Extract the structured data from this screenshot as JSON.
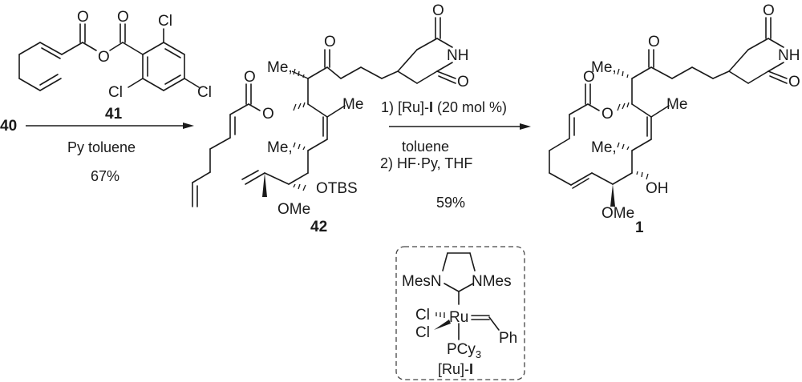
{
  "scheme": {
    "step1": {
      "start_compound": "40",
      "reagent_compound": "41",
      "conditions": "Py toluene",
      "yield": "67%"
    },
    "reagent41": {
      "atoms": {
        "O_carbonyl1": "O",
        "O_carbonyl2": "O",
        "O_ester": "O",
        "Cl_top": "Cl",
        "Cl_left": "Cl",
        "Cl_right": "Cl"
      },
      "label": "41"
    },
    "intermediate42": {
      "label": "42",
      "atoms": {
        "O_ketone": "O",
        "O_imide_top": "O",
        "NH": "NH",
        "O_imide_right": "O",
        "Me_alpha": "Me,",
        "O_ester_carbonyl": "O",
        "O_ester": "O",
        "Me_vinyl": "Me",
        "Me_sec": "Me,",
        "OTBS": "OTBS",
        "OMe": "OMe"
      }
    },
    "step2": {
      "conditions_line1": "1) [Ru]-",
      "conditions_line1_bold": "I",
      "conditions_line1_tail": " (20 mol %)",
      "conditions_line2": "toluene",
      "conditions_line3": "2) HF·Py, THF",
      "yield": "59%"
    },
    "product1": {
      "label": "1",
      "atoms": {
        "O_ketone": "O",
        "O_imide_top": "O",
        "NH": "NH",
        "O_imide_right": "O",
        "Me_alpha": "Me,",
        "O_ester_carbonyl": "O",
        "O_ester": "O",
        "Me_vinyl": "Me",
        "Me_sec": "Me,",
        "OH": "OH",
        "OMe": "OMe"
      }
    },
    "catalyst": {
      "MesN_left": "MesN",
      "NMes_right": "NMes",
      "Cl_top": "Cl",
      "Cl_bottom": "Cl",
      "Ru": "Ru",
      "PCy": "PCy",
      "PCy_sub": "3",
      "Ph": "Ph",
      "label_prefix": "[Ru]-",
      "label_bold": "I"
    }
  }
}
